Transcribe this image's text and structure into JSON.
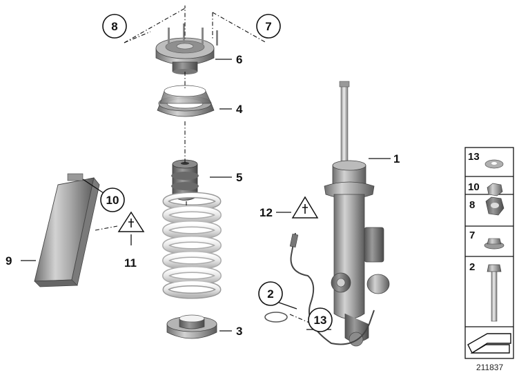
{
  "diagram": {
    "callouts": {
      "c1": "1",
      "c2": "2",
      "c3": "3",
      "c4": "4",
      "c5": "5",
      "c6": "6",
      "c7": "7",
      "c8": "8",
      "c9": "9",
      "c10": "10",
      "c11": "11",
      "c12": "12",
      "c13": "13"
    },
    "hardware_panel": {
      "r13": "13",
      "r10": "10",
      "r8": "8",
      "r7": "7",
      "r2": "2"
    },
    "document_number": "211837"
  }
}
